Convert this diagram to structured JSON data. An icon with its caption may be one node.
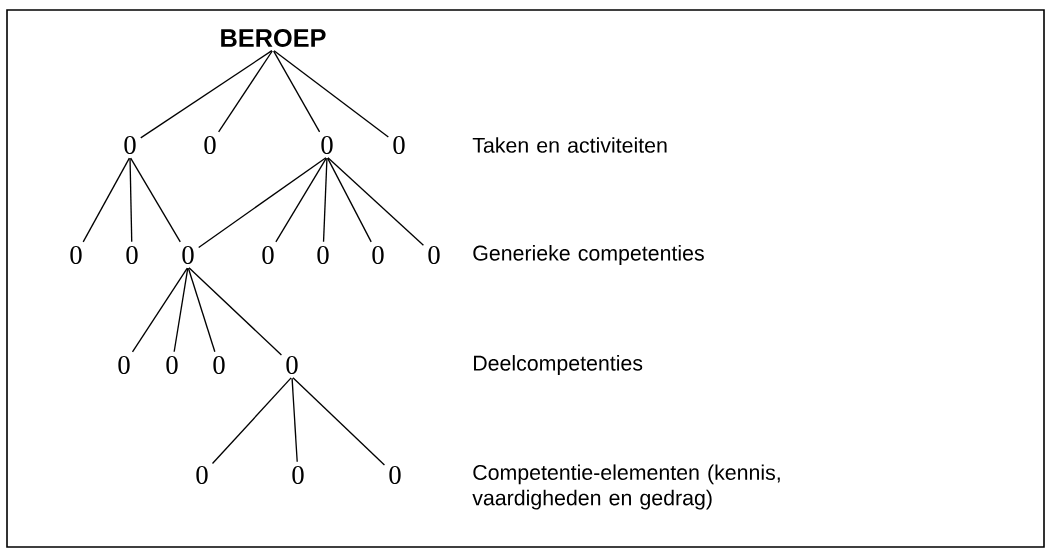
{
  "diagram": {
    "nodes": [
      {
        "text": [
          "BEROEP"
        ]
      },
      {
        "text": [
          "0"
        ]
      },
      {
        "text": [
          "0"
        ]
      },
      {
        "text": [
          "0"
        ]
      },
      {
        "text": [
          "0"
        ]
      },
      {
        "text": [
          "0"
        ]
      },
      {
        "text": [
          "0"
        ]
      },
      {
        "text": [
          "0"
        ]
      },
      {
        "text": [
          "0"
        ]
      },
      {
        "text": [
          "0"
        ]
      },
      {
        "text": [
          "0"
        ]
      },
      {
        "text": [
          "0"
        ]
      },
      {
        "text": [
          "0"
        ]
      },
      {
        "text": [
          "0"
        ]
      },
      {
        "text": [
          "0"
        ]
      },
      {
        "text": [
          "0"
        ]
      },
      {
        "text": [
          "0"
        ]
      },
      {
        "text": [
          "0"
        ]
      },
      {
        "text": [
          "0"
        ]
      }
    ],
    "edges": [
      {
        "from": 0,
        "to": 1,
        "arrow": "none"
      },
      {
        "from": 0,
        "to": 2,
        "arrow": "none"
      },
      {
        "from": 0,
        "to": 3,
        "arrow": "none"
      },
      {
        "from": 0,
        "to": 4,
        "arrow": "none"
      },
      {
        "from": 1,
        "to": 5,
        "arrow": "none"
      },
      {
        "from": 1,
        "to": 6,
        "arrow": "none"
      },
      {
        "from": 1,
        "to": 7,
        "arrow": "none"
      },
      {
        "from": 3,
        "to": 7,
        "arrow": "none"
      },
      {
        "from": 3,
        "to": 8,
        "arrow": "none"
      },
      {
        "from": 3,
        "to": 9,
        "arrow": "none"
      },
      {
        "from": 3,
        "to": 10,
        "arrow": "none"
      },
      {
        "from": 3,
        "to": 11,
        "arrow": "none"
      },
      {
        "from": 7,
        "to": 12,
        "arrow": "none"
      },
      {
        "from": 7,
        "to": 13,
        "arrow": "none"
      },
      {
        "from": 7,
        "to": 14,
        "arrow": "none"
      },
      {
        "from": 7,
        "to": 15,
        "arrow": "none"
      },
      {
        "from": 15,
        "to": 16,
        "arrow": "none"
      },
      {
        "from": 15,
        "to": 17,
        "arrow": "none"
      },
      {
        "from": 15,
        "to": 18,
        "arrow": "none"
      }
    ],
    "labels": [
      "Taken en activiteiten",
      "Generieke competenties",
      "Deelcompetenties",
      "Competentie-elementen (kennis, vaardigheden en gedrag)"
    ]
  }
}
